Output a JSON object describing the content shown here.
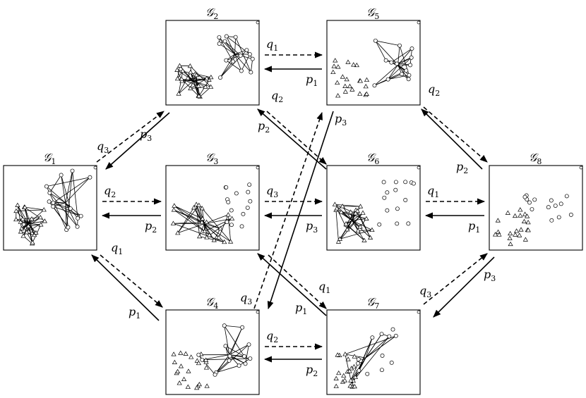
{
  "graphs": [
    {
      "id": "G1",
      "symbol": "𝒢",
      "sub": "1"
    },
    {
      "id": "G2",
      "symbol": "𝒢",
      "sub": "2"
    },
    {
      "id": "G3",
      "symbol": "𝒢",
      "sub": "3"
    },
    {
      "id": "G4",
      "symbol": "𝒢",
      "sub": "4"
    },
    {
      "id": "G5",
      "symbol": "𝒢",
      "sub": "5"
    },
    {
      "id": "G6",
      "symbol": "𝒢",
      "sub": "6"
    },
    {
      "id": "G7",
      "symbol": "𝒢",
      "sub": "7"
    },
    {
      "id": "G8",
      "symbol": "𝒢",
      "sub": "8"
    }
  ],
  "transitions": [
    {
      "from": "G1",
      "to": "G2",
      "letter": "q",
      "sub": "3",
      "style": "dashed"
    },
    {
      "from": "G2",
      "to": "G1",
      "letter": "p",
      "sub": "3",
      "style": "solid"
    },
    {
      "from": "G1",
      "to": "G3",
      "letter": "q",
      "sub": "2",
      "style": "dashed"
    },
    {
      "from": "G3",
      "to": "G1",
      "letter": "p",
      "sub": "2",
      "style": "solid"
    },
    {
      "from": "G1",
      "to": "G4",
      "letter": "q",
      "sub": "1",
      "style": "dashed"
    },
    {
      "from": "G4",
      "to": "G1",
      "letter": "p",
      "sub": "1",
      "style": "solid"
    },
    {
      "from": "G2",
      "to": "G5",
      "letter": "q",
      "sub": "1",
      "style": "dashed"
    },
    {
      "from": "G5",
      "to": "G2",
      "letter": "p",
      "sub": "1",
      "style": "solid"
    },
    {
      "from": "G2",
      "to": "G6",
      "letter": "q",
      "sub": "2",
      "style": "dashed"
    },
    {
      "from": "G6",
      "to": "G2",
      "letter": "p",
      "sub": "2",
      "style": "solid"
    },
    {
      "from": "G3",
      "to": "G6",
      "letter": "q",
      "sub": "3",
      "style": "dashed"
    },
    {
      "from": "G6",
      "to": "G3",
      "letter": "p",
      "sub": "3",
      "style": "solid"
    },
    {
      "from": "G3",
      "to": "G7",
      "letter": "q",
      "sub": "1",
      "style": "dashed"
    },
    {
      "from": "G7",
      "to": "G3",
      "letter": "p",
      "sub": "1",
      "style": "solid"
    },
    {
      "from": "G4",
      "to": "G5",
      "letter": "q",
      "sub": "3",
      "style": "dashed"
    },
    {
      "from": "G5",
      "to": "G4",
      "letter": "p",
      "sub": "3",
      "style": "solid"
    },
    {
      "from": "G4",
      "to": "G7",
      "letter": "q",
      "sub": "2",
      "style": "dashed"
    },
    {
      "from": "G7",
      "to": "G4",
      "letter": "p",
      "sub": "2",
      "style": "solid"
    },
    {
      "from": "G5",
      "to": "G8",
      "letter": "q",
      "sub": "2",
      "style": "dashed"
    },
    {
      "from": "G8",
      "to": "G5",
      "letter": "p",
      "sub": "2",
      "style": "solid"
    },
    {
      "from": "G6",
      "to": "G8",
      "letter": "q",
      "sub": "1",
      "style": "dashed"
    },
    {
      "from": "G8",
      "to": "G6",
      "letter": "p",
      "sub": "1",
      "style": "solid"
    },
    {
      "from": "G7",
      "to": "G8",
      "letter": "q",
      "sub": "3",
      "style": "dashed"
    },
    {
      "from": "G8",
      "to": "G7",
      "letter": "p",
      "sub": "3",
      "style": "solid"
    }
  ]
}
